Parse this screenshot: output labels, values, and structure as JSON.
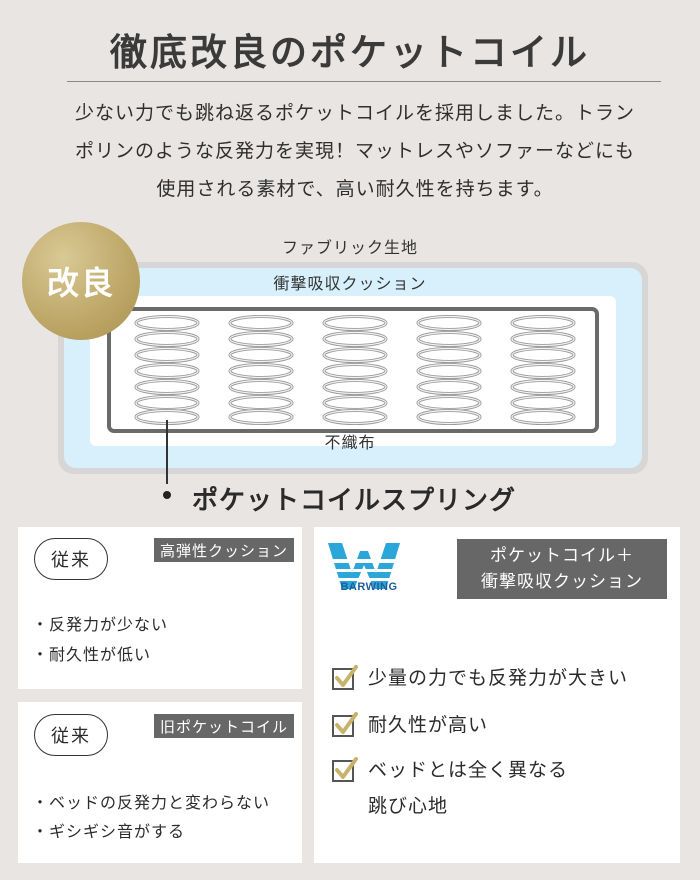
{
  "header": {
    "title": "徹底改良のポケットコイル",
    "lead_lines": [
      "少ない力でも跳ね返るポケットコイルを採用しました。トラン",
      "ポリンのような反発力を実現！マットレスやソファーなどにも",
      "使用される素材で、高い耐久性を持ちます。"
    ]
  },
  "diagram": {
    "badge": "改良",
    "fabric_label": "ファブリック生地",
    "shock_label": "衝撃吸収クッション",
    "nonwoven_label": "不織布",
    "pocket_label": "ポケットコイルスプリング",
    "colors": {
      "badge": "#bfa96a",
      "cushion": "#d7f0fb",
      "frame": "#6a6a6a"
    }
  },
  "comparison": {
    "conventional_cushion": {
      "pill": "従来",
      "tag": "高弾性クッション",
      "bullets": [
        "・反発力が少ない",
        "・耐久性が低い"
      ]
    },
    "conventional_pocket": {
      "pill": "従来",
      "tag": "旧ポケットコイル",
      "bullets": [
        "・ベッドの反発力と変わらない",
        "・ギシギシ音がする"
      ]
    },
    "barwing": {
      "logo_text": "BARWING",
      "logo_icon": "barwing-w-logo-icon",
      "tag_lines": [
        "ポケットコイル＋",
        "衝撃吸収クッション"
      ],
      "checks": [
        "少量の力でも反発力が大きい",
        "耐久性が高い",
        "ベッドとは全く異なる"
      ],
      "check_continuation": "跳び心地",
      "colors": {
        "logo": "#2aa7d8",
        "check": "#c9b26a"
      }
    }
  }
}
